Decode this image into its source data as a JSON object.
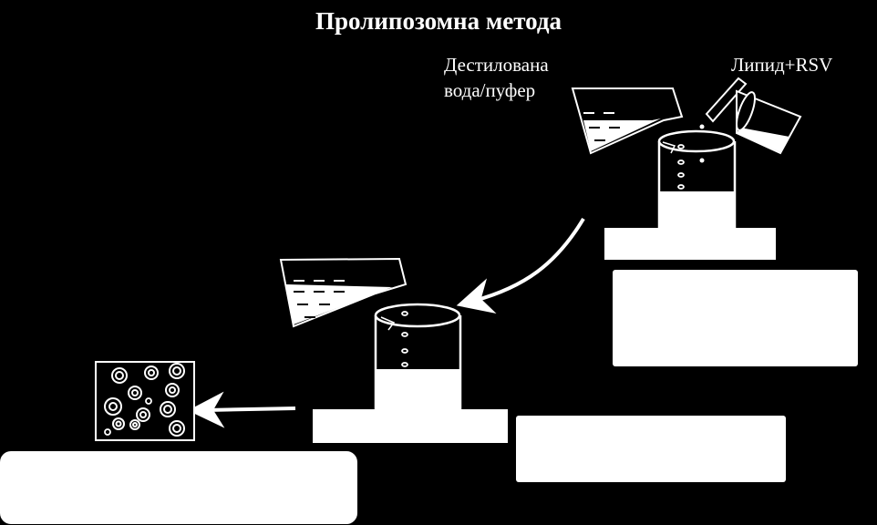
{
  "title": "Пролипозомна метода",
  "labels": {
    "water_line1": "Дестилована",
    "water_line2": "вода/пуфер",
    "lipid": "Липид+RSV"
  },
  "colors": {
    "background": "#000000",
    "foreground": "#ffffff"
  }
}
